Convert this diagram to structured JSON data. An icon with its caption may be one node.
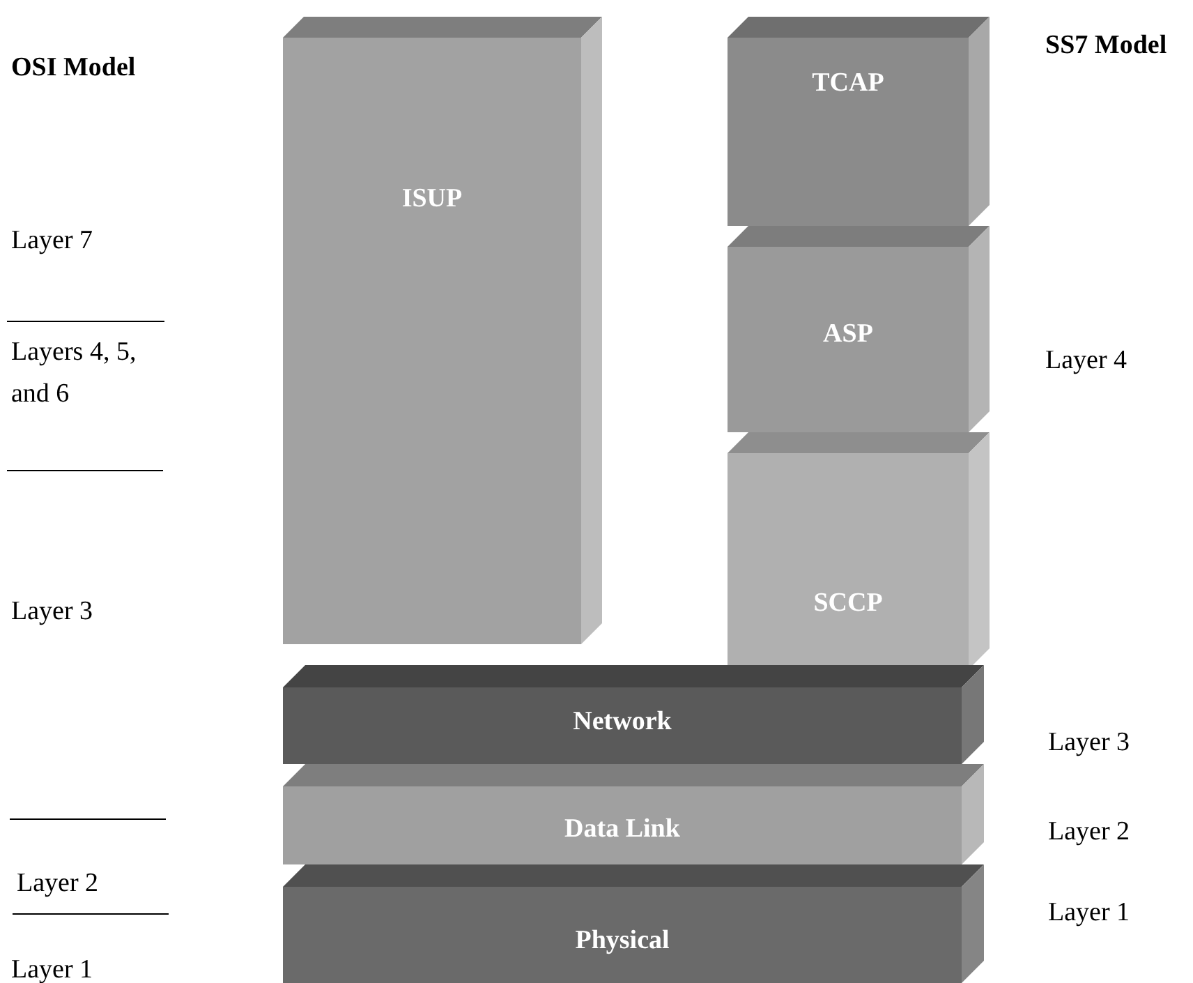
{
  "diagram": {
    "nodes": [
      {
        "text": [
          "ISUP"
        ]
      },
      {
        "text": [
          "TCAP"
        ]
      },
      {
        "text": [
          "ASP"
        ]
      },
      {
        "text": [
          "SCCP"
        ]
      },
      {
        "text": [
          "Network"
        ]
      },
      {
        "text": [
          "Data Link"
        ]
      },
      {
        "text": [
          "Physical"
        ]
      }
    ],
    "labels": [
      "OSI Model",
      "SS7 Model",
      "Layer 7",
      "Layers 4, 5, and 6",
      "Layer 4",
      "Layer 3",
      "Layer 3",
      "Layer 2",
      "Layer 2",
      "Layer 1",
      "Layer 1"
    ]
  }
}
